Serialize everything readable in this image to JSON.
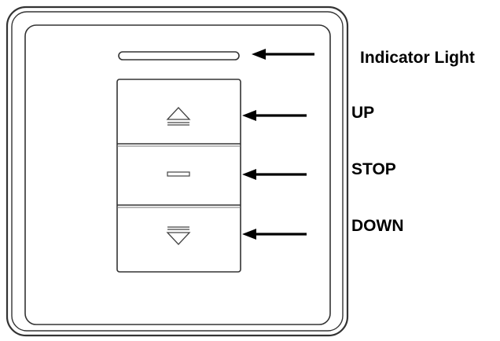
{
  "labels": {
    "indicator": "Indicator Light",
    "up": "UP",
    "stop": "STOP",
    "down": "DOWN"
  },
  "icons": {
    "up_button": "eject-up-icon",
    "stop_button": "stop-dash-icon",
    "down_button": "eject-down-icon",
    "indicator": "indicator-light-bar",
    "arrows": "left-arrow-icon"
  },
  "colors": {
    "outline": "#333333",
    "background": "#ffffff",
    "text": "#000000"
  }
}
